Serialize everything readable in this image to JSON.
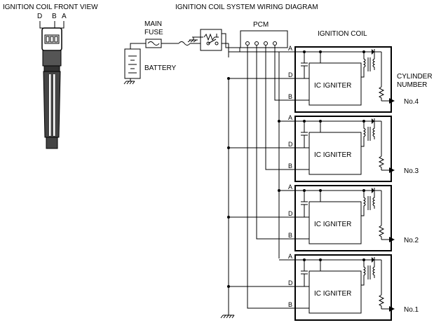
{
  "front_view": {
    "title": "IGNITION COIL FRONT VIEW",
    "pin_d": "D",
    "pin_b": "B",
    "pin_a": "A"
  },
  "diagram": {
    "title": "IGNITION COIL SYSTEM WIRING DIAGRAM",
    "main_fuse_line1": "MAIN",
    "main_fuse_line2": "FUSE",
    "battery": "BATTERY",
    "pcm": "PCM",
    "ignition_coil": "IGNITION COIL",
    "cylinder_line1": "CYLINDER",
    "cylinder_line2": "NUMBER",
    "terminal_a": "A",
    "terminal_d": "D",
    "terminal_b": "B",
    "coils": [
      {
        "igniter": "IC IGNITER",
        "cylinder": "No.4"
      },
      {
        "igniter": "IC IGNITER",
        "cylinder": "No.3"
      },
      {
        "igniter": "IC IGNITER",
        "cylinder": "No.2"
      },
      {
        "igniter": "IC IGNITER",
        "cylinder": "No.1"
      }
    ]
  }
}
